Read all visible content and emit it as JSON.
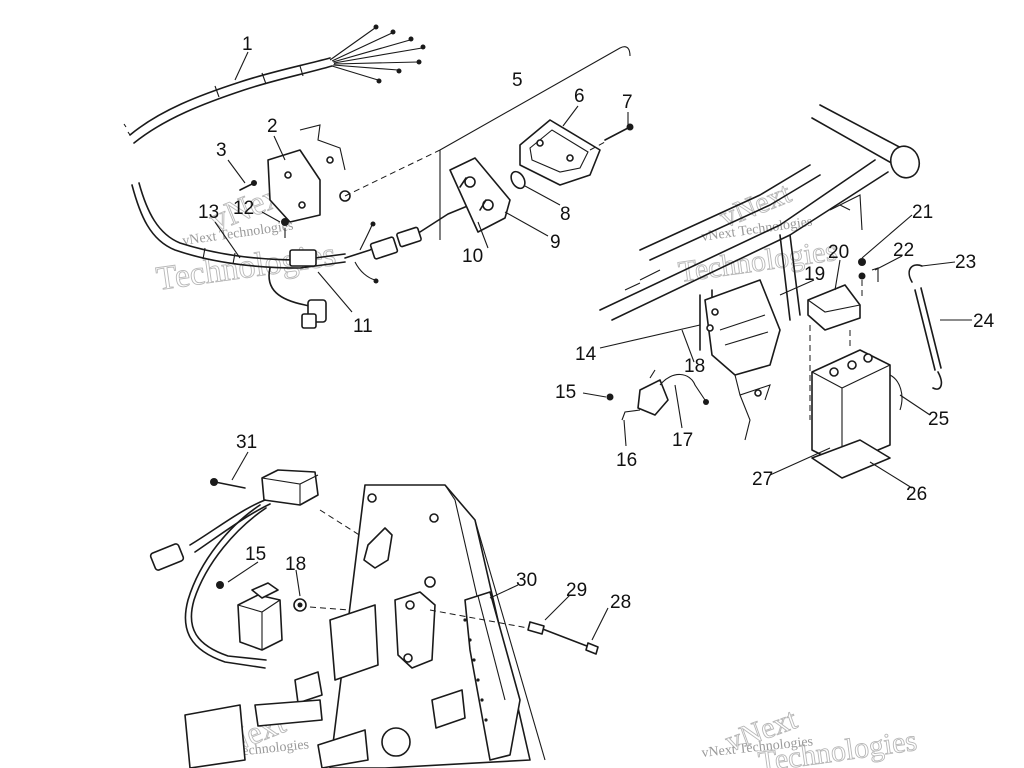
{
  "watermark": {
    "brand": "vNext",
    "full": "vNext Technologies",
    "word": "Technologies"
  },
  "labels": [
    {
      "id": "1",
      "text": "1"
    },
    {
      "id": "2",
      "text": "2"
    },
    {
      "id": "3",
      "text": "3"
    },
    {
      "id": "5",
      "text": "5"
    },
    {
      "id": "6",
      "text": "6"
    },
    {
      "id": "7",
      "text": "7"
    },
    {
      "id": "8",
      "text": "8"
    },
    {
      "id": "9",
      "text": "9"
    },
    {
      "id": "10",
      "text": "10"
    },
    {
      "id": "11",
      "text": "11"
    },
    {
      "id": "12",
      "text": "12"
    },
    {
      "id": "13",
      "text": "13"
    },
    {
      "id": "14",
      "text": "14"
    },
    {
      "id": "15a",
      "text": "15"
    },
    {
      "id": "15b",
      "text": "15"
    },
    {
      "id": "16",
      "text": "16"
    },
    {
      "id": "17",
      "text": "17"
    },
    {
      "id": "18a",
      "text": "18"
    },
    {
      "id": "18b",
      "text": "18"
    },
    {
      "id": "19",
      "text": "19"
    },
    {
      "id": "20",
      "text": "20"
    },
    {
      "id": "21",
      "text": "21"
    },
    {
      "id": "22",
      "text": "22"
    },
    {
      "id": "23",
      "text": "23"
    },
    {
      "id": "24",
      "text": "24"
    },
    {
      "id": "25",
      "text": "25"
    },
    {
      "id": "26",
      "text": "26"
    },
    {
      "id": "27",
      "text": "27"
    },
    {
      "id": "28",
      "text": "28"
    },
    {
      "id": "29",
      "text": "29"
    },
    {
      "id": "30",
      "text": "30"
    },
    {
      "id": "31",
      "text": "31"
    }
  ]
}
